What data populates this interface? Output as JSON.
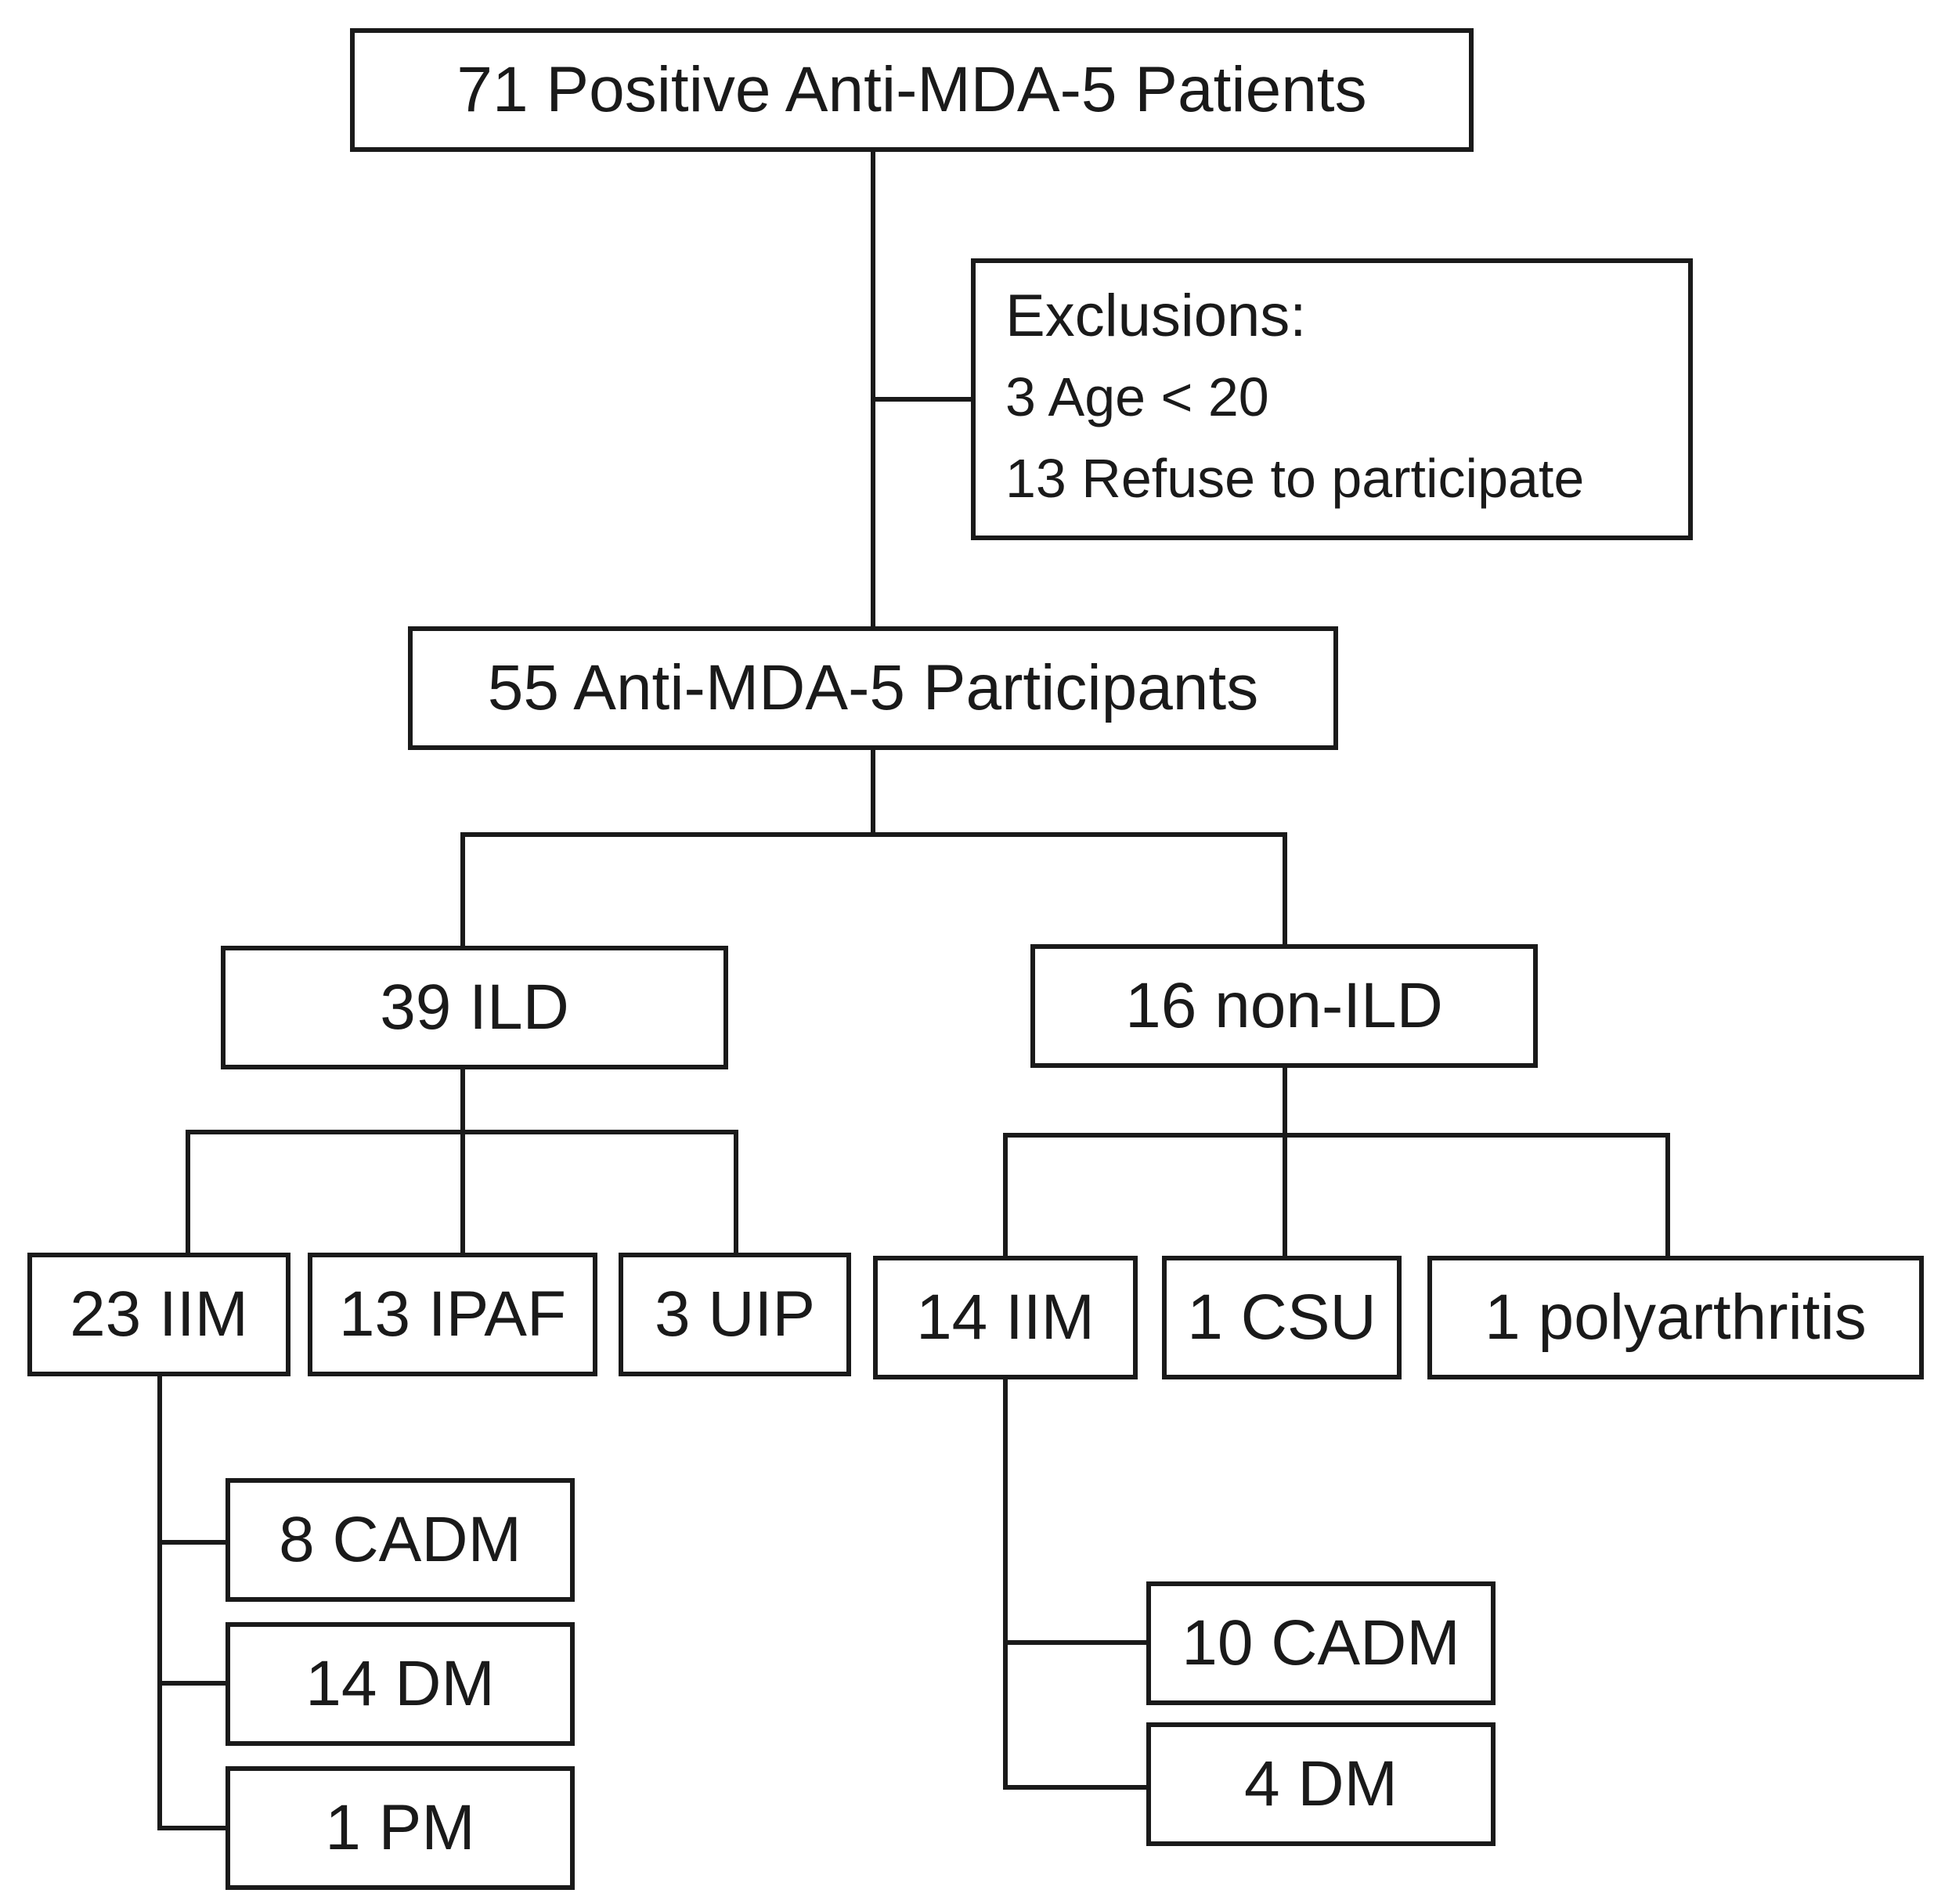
{
  "diagram": {
    "root": {
      "label": "71 Positive Anti-MDA-5 Patients"
    },
    "exclusions": {
      "title": "Exclusions:",
      "items": [
        "3 Age < 20",
        "13 Refuse to participate"
      ]
    },
    "participants": {
      "label": "55 Anti-MDA-5 Participants"
    },
    "ild": {
      "label": "39 ILD",
      "children": [
        "23 IIM",
        "13 IPAF",
        "3 UIP"
      ],
      "iim_children": [
        "8 CADM",
        "14 DM",
        "1 PM"
      ]
    },
    "non_ild": {
      "label": "16 non-ILD",
      "children": [
        "14 IIM",
        "1 CSU",
        "1 polyarthritis"
      ],
      "iim_children": [
        "10 CADM",
        "4 DM"
      ]
    }
  }
}
